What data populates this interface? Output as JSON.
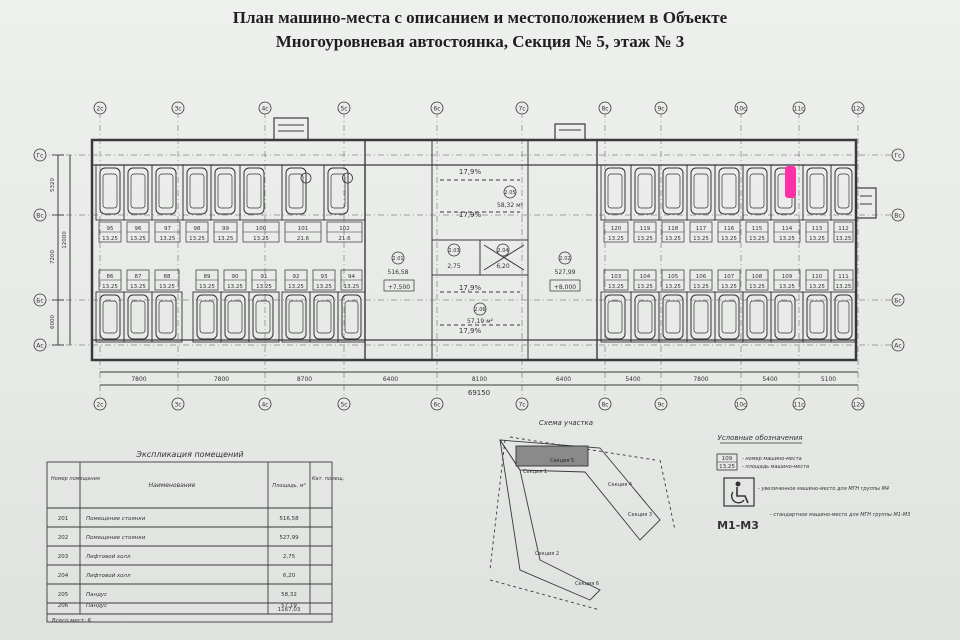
{
  "title": {
    "line1": "План машино-места с описанием и местоположением в Объекте",
    "line2": "Многоуровневая автостоянка, Секция № 5, этаж № 3"
  },
  "plan": {
    "axes_top": [
      "2с",
      "3с",
      "4с",
      "5с",
      "6с",
      "7с",
      "8с",
      "9с",
      "10с",
      "11с",
      "12с"
    ],
    "axes_bottom": [
      "2с",
      "3с",
      "4с",
      "5с",
      "6с",
      "7с",
      "8с",
      "9с",
      "10с",
      "11с",
      "12с"
    ],
    "axes_left": [
      "Гс",
      "Вс",
      "Бс",
      "Ас"
    ],
    "axes_right": [
      "Гс",
      "Вс",
      "Бс",
      "Ас"
    ],
    "dimensions_bottom": [
      "7800",
      "7800",
      "8700",
      "6400",
      "8100",
      "6400",
      "5400",
      "7800",
      "5400",
      "5100"
    ],
    "total_dimension": "69150",
    "left_dimensions": [
      "5320",
      "7200",
      "12000",
      "6000"
    ],
    "upper_row_spaces": [
      {
        "num": "95",
        "area": "13.25"
      },
      {
        "num": "96",
        "area": "13.25"
      },
      {
        "num": "97",
        "area": "13.25"
      },
      {
        "num": "98",
        "area": "13.25"
      },
      {
        "num": "99",
        "area": "13.25"
      },
      {
        "num": "100",
        "area": "13.25"
      },
      {
        "num": "101",
        "area": "21.6"
      },
      {
        "num": "102",
        "area": "21.6"
      },
      {
        "num": "120",
        "area": "13.25"
      },
      {
        "num": "119",
        "area": "13.25"
      },
      {
        "num": "118",
        "area": "13.25"
      },
      {
        "num": "117",
        "area": "13.25"
      },
      {
        "num": "116",
        "area": "13.25"
      },
      {
        "num": "115",
        "area": "13.25"
      },
      {
        "num": "114",
        "area": "13.25"
      },
      {
        "num": "113",
        "area": "13.25"
      },
      {
        "num": "112",
        "area": "13.25"
      }
    ],
    "lower_row_spaces": [
      {
        "num": "86",
        "area": "13.25"
      },
      {
        "num": "87",
        "area": "13.25"
      },
      {
        "num": "88",
        "area": "13.25"
      },
      {
        "num": "89",
        "area": "13.25"
      },
      {
        "num": "90",
        "area": "13.25"
      },
      {
        "num": "91",
        "area": "13.25"
      },
      {
        "num": "92",
        "area": "13.25"
      },
      {
        "num": "93",
        "area": "13.25"
      },
      {
        "num": "94",
        "area": "13.25"
      },
      {
        "num": "103",
        "area": "13.25"
      },
      {
        "num": "104",
        "area": "13.25"
      },
      {
        "num": "105",
        "area": "13.25"
      },
      {
        "num": "106",
        "area": "13.25"
      },
      {
        "num": "107",
        "area": "13.25"
      },
      {
        "num": "108",
        "area": "13.25"
      },
      {
        "num": "109",
        "area": "13.25"
      },
      {
        "num": "110",
        "area": "13.25"
      },
      {
        "num": "111",
        "area": "13.25"
      }
    ],
    "ramp_top_slope": "17,9%",
    "ramp_top_id": "2.05",
    "ramp_top_area": "58,32 м²",
    "ramp_top_slope2": "17,9%",
    "ramp_bottom_slope": "17,9%",
    "ramp_bottom_id": "2.06",
    "ramp_bottom_area": "57,19 м²",
    "ramp_bottom_slope2": "17,9%",
    "room_201": {
      "id": "2.01",
      "area": "516,58",
      "elev": "+7,500"
    },
    "room_202": {
      "id": "2.02",
      "area": "527,99",
      "elev": "+8,000"
    },
    "room_203": {
      "id": "2.03",
      "area": "2,75"
    },
    "room_204": {
      "id": "2.04",
      "area": "6,20"
    }
  },
  "explication": {
    "title": "Экспликация помещений",
    "headers": [
      "Номер помещения",
      "Наименование",
      "Площадь, м²",
      "Кат. помещ."
    ],
    "rows": [
      {
        "num": "201",
        "name": "Помещение стоянки",
        "area": "516,58"
      },
      {
        "num": "202",
        "name": "Помещение стоянки",
        "area": "527,99"
      },
      {
        "num": "203",
        "name": "Лифтовой холл",
        "area": "2,75"
      },
      {
        "num": "204",
        "name": "Лифтовой холл",
        "area": "6,20"
      },
      {
        "num": "205",
        "name": "Пандус",
        "area": "58,32"
      },
      {
        "num": "206",
        "name": "Пандус",
        "area": "57,19"
      }
    ],
    "total": "1167,03",
    "footer": "Всего мест: 6"
  },
  "scheme": {
    "title": "Схема участка",
    "sections": [
      "Секция 1",
      "Секция 2",
      "Секция 3",
      "Секция 4",
      "Секция 5",
      "Секция 6"
    ]
  },
  "legend": {
    "title": "Условные обозначения",
    "sample_num": "109",
    "sample_area": "13,25",
    "desc1": "- номер машино-места",
    "desc2": "- площадь машино-места",
    "desc3": "- увеличенное машино-место для МГН группы М4",
    "desc4": "- стандартное машино-место для МГН группы М1-М3",
    "mgn_label": "М1-М3"
  },
  "colors": {
    "line": "#3a3a3a",
    "highlight": "#ff2fa8",
    "paper": "#e9ebe8"
  }
}
